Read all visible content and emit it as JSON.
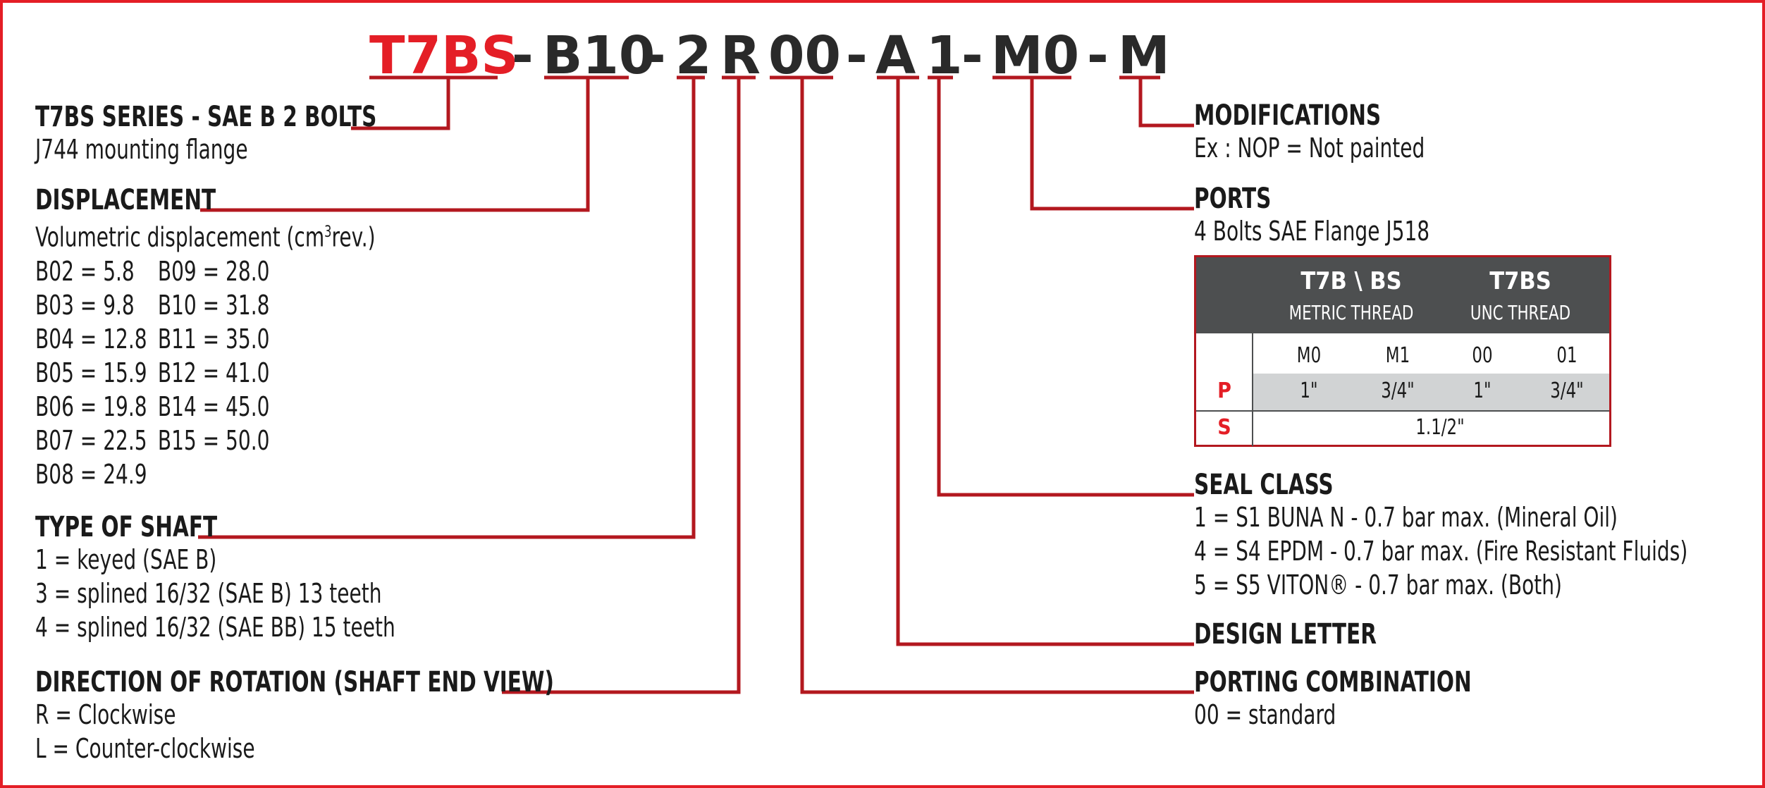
{
  "code": {
    "segments": [
      "T7BS",
      "-",
      "B10",
      "-",
      "2",
      "R",
      "00",
      "-",
      "A",
      "1",
      "-",
      "M0",
      "-",
      "M"
    ]
  },
  "left": {
    "series": {
      "title": "T7BS SERIES - SAE B 2 BOLTS",
      "lines": [
        "J744 mounting flange"
      ]
    },
    "displacement": {
      "title": "DISPLACEMENT",
      "intro_prefix": "Volumetric displacement (cm",
      "intro_sup": "3",
      "intro_suffix": "rev.)",
      "col1": [
        "B02 = 5.8",
        "B03 = 9.8",
        "B04 = 12.8",
        "B05 = 15.9",
        "B06 = 19.8",
        "B07 = 22.5",
        "B08 = 24.9"
      ],
      "col2": [
        "B09 = 28.0",
        "B10 = 31.8",
        "B11 = 35.0",
        "B12 = 41.0",
        "B14 = 45.0",
        "B15 = 50.0"
      ]
    },
    "shaft": {
      "title": "TYPE OF SHAFT",
      "lines": [
        "1 = keyed (SAE B)",
        "3 = splined 16/32 (SAE B) 13 teeth",
        "4 = splined 16/32 (SAE BB) 15 teeth"
      ]
    },
    "rotation": {
      "title": "DIRECTION OF ROTATION (SHAFT END VIEW)",
      "lines": [
        "R = Clockwise",
        "L = Counter-clockwise"
      ]
    }
  },
  "right": {
    "modifications": {
      "title": "MODIFICATIONS",
      "lines": [
        "Ex : NOP = Not painted"
      ]
    },
    "ports": {
      "title": "PORTS",
      "lines": [
        "4 Bolts SAE Flange J518"
      ]
    },
    "seal": {
      "title": "SEAL CLASS",
      "lines": [
        "1 = S1 BUNA N - 0.7 bar max. (Mineral Oil)",
        "4 = S4 EPDM - 0.7 bar max. (Fire Resistant Fluids)",
        "5 = S5 VITON® - 0.7 bar max. (Both)"
      ]
    },
    "design": {
      "title": "DESIGN LETTER"
    },
    "porting": {
      "title": "PORTING COMBINATION",
      "lines": [
        "00 = standard"
      ]
    }
  },
  "ports_table": {
    "group1": {
      "name": "T7B \\ BS",
      "sub": "METRIC THREAD"
    },
    "group2": {
      "name": "T7BS",
      "sub": "UNC THREAD"
    },
    "codes": [
      "M0",
      "M1",
      "00",
      "01"
    ],
    "rows": [
      {
        "label": "P",
        "values": [
          "1\"",
          "3/4\"",
          "1\"",
          "3/4\""
        ]
      },
      {
        "label": "S",
        "merged": "1.1/2\""
      }
    ]
  },
  "colors": {
    "accent": "#e41e26",
    "dark_red": "#b3181f",
    "text": "#1a1a1a",
    "table_header": "#4d4f50",
    "row_shade": "#d1d3d4"
  }
}
